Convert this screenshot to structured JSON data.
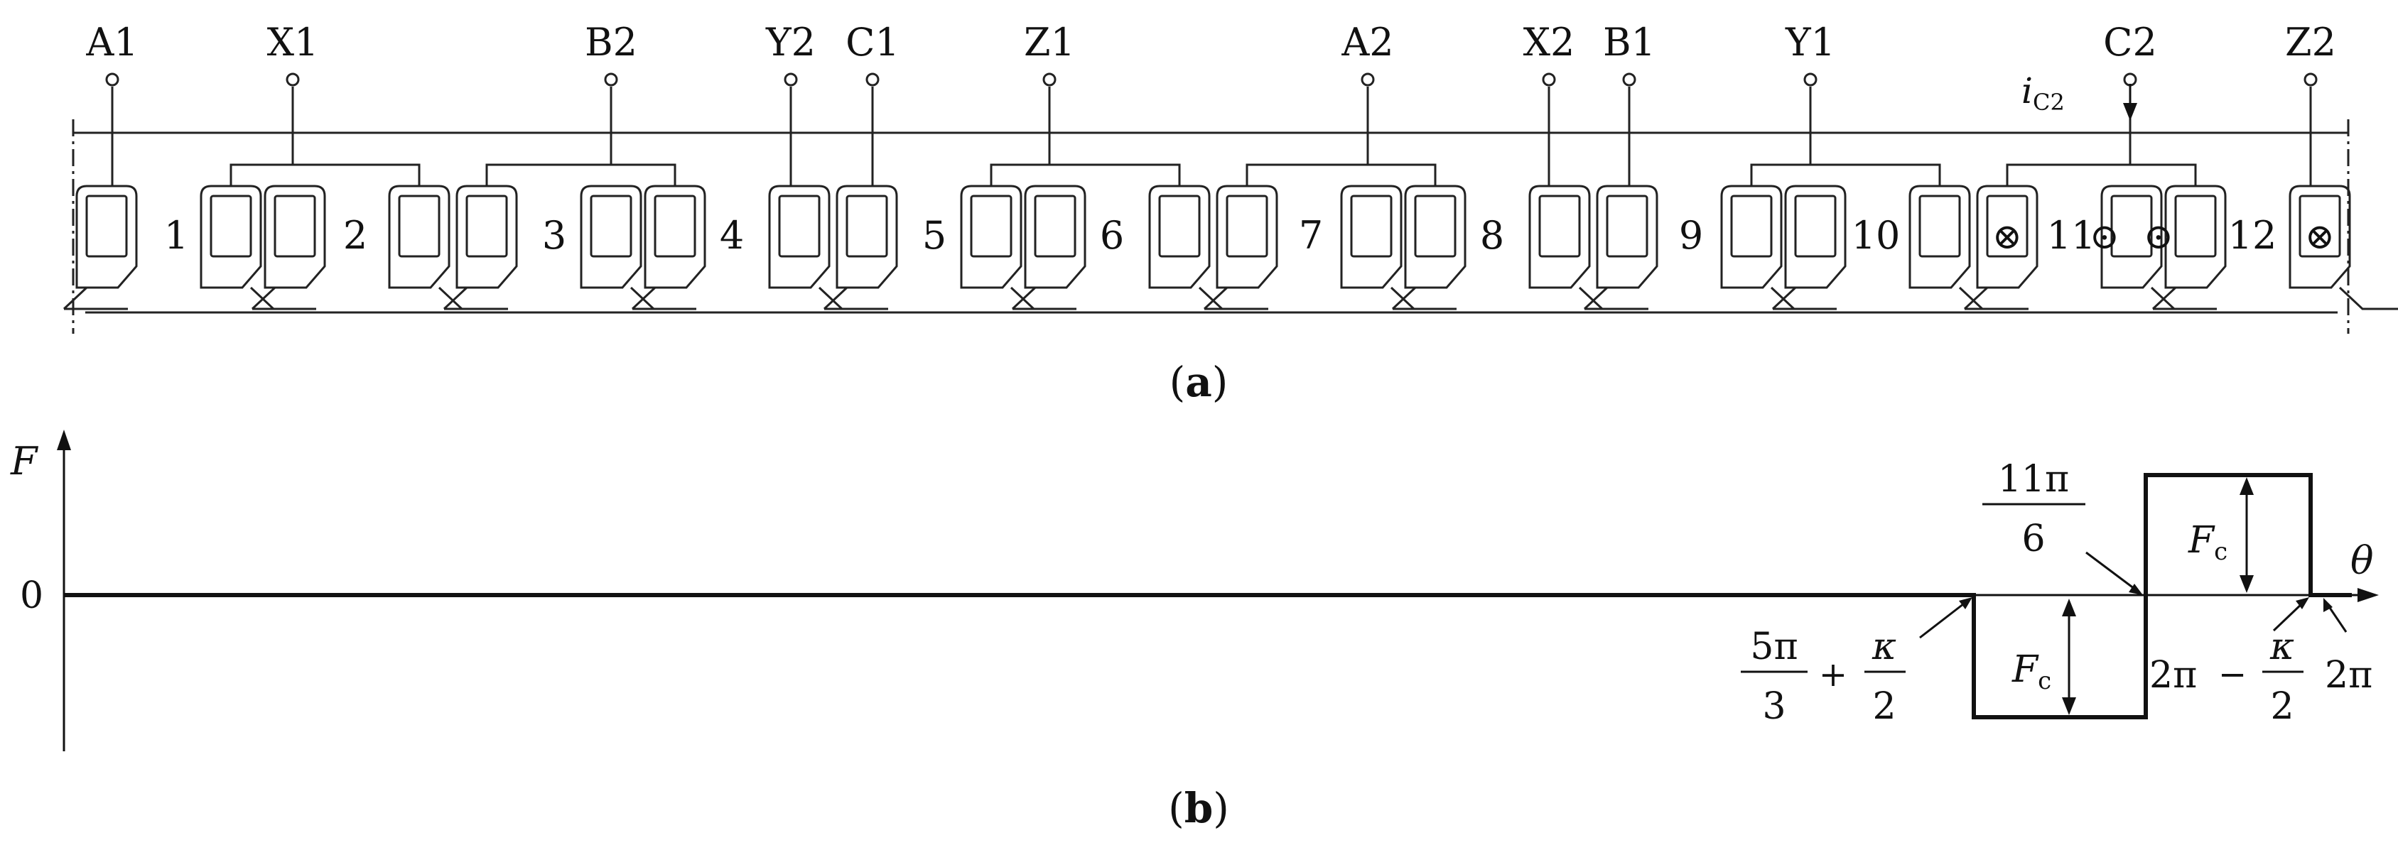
{
  "figure_a": {
    "caption_open": "(",
    "caption_letter": "a",
    "caption_close": ")",
    "terminals": [
      "A1",
      "X1",
      "B2",
      "Y2",
      "C1",
      "Z1",
      "A2",
      "X2",
      "B1",
      "Y1",
      "C2",
      "Z2"
    ],
    "current_label": {
      "base": "i",
      "subscript": "C2"
    },
    "slot_numbers": [
      "1",
      "2",
      "3",
      "4",
      "5",
      "6",
      "7",
      "8",
      "9",
      "10",
      "11",
      "12"
    ],
    "symbol_cross": "⊗",
    "symbol_dot": "⊙"
  },
  "figure_b": {
    "caption_open": "(",
    "caption_letter": "b",
    "caption_close": ")",
    "y_axis_label": "F",
    "x_axis_label": "θ",
    "zero_label": "0",
    "magnitude_label": {
      "base": "F",
      "subscript": "c"
    },
    "annotations": {
      "start_num": "5π",
      "start_den": "3",
      "start_plus": "+",
      "kappa_num": "κ",
      "kappa_den": "2",
      "mid_num": "11π",
      "mid_den": "6",
      "end_left": "2π",
      "end_minus": "−",
      "end_kappa_num": "κ",
      "end_kappa_den": "2",
      "full": "2π"
    },
    "chart_data": {
      "type": "line",
      "x_breakpoints": [
        "5π/3 + κ/2",
        "11π/6",
        "2π − κ/2",
        "2π"
      ],
      "segments": [
        {
          "from": "0",
          "to": "5π/3 + κ/2",
          "value": "0"
        },
        {
          "from": "5π/3 + κ/2",
          "to": "11π/6",
          "value": "−Fc"
        },
        {
          "from": "11π/6",
          "to": "2π − κ/2",
          "value": "+Fc"
        },
        {
          "from": "2π − κ/2",
          "to": "2π",
          "value": "0"
        }
      ]
    }
  }
}
